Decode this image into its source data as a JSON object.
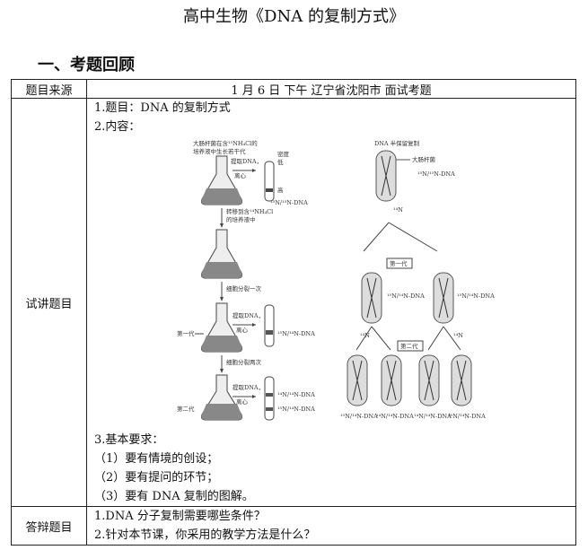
{
  "page_title": "高中生物《DNA 的复制方式》",
  "section_heading": "一、考题回顾",
  "table": {
    "row_source": {
      "label": "题目来源",
      "value": "1 月 6 日  下午  辽宁省沈阳市  面试考题"
    },
    "row_topic": {
      "label": "试讲题目",
      "line1": "1.题目：DNA 的复制方式",
      "line2": "2.内容：",
      "req_title": "3.基本要求：",
      "req1": "（1）要有情境的创设；",
      "req2": "（2）要有提问的环节；",
      "req3": "（3）要有 DNA 复制的图解。"
    },
    "row_qa": {
      "label": "答辩题目",
      "q1": "1.DNA 分子复制需要哪些条件？",
      "q2": "2.针对本节课，你采用的教学方法是什么？"
    }
  },
  "figure_left": {
    "top_note_1": "大肠杆菌在含¹⁵NH₄Cl的",
    "top_note_2": "培养液中生长若干代",
    "extract1_a": "提取DNA，",
    "extract1_b": "离心",
    "low_density": "密度",
    "low_density2": "低",
    "high_density": "高",
    "band1": "¹⁵N/¹⁵N-DNA",
    "transfer_a": "转移到含¹⁴NH₄Cl",
    "transfer_b": "的培养液中",
    "divide1": "细胞分裂一次",
    "extract2_a": "提取DNA，",
    "extract2_b": "离心",
    "gen1": "第一代",
    "band2": "¹⁵N/¹⁴N-DNA",
    "divide2": "细胞分裂两次",
    "extract3_a": "提取DNA，",
    "extract3_b": "离心",
    "gen2": "第二代",
    "band3a": "¹⁴N/¹⁴N-DNA",
    "band3b": "¹⁵N/¹⁴N-DNA"
  },
  "figure_right": {
    "title": "DNA 半保留复制",
    "label_ecoli": "大肠杆菌",
    "label_dna": "¹⁵N/¹⁵N-DNA",
    "n14_top": "¹⁴N",
    "gen1_box": "第一代",
    "gen1_dna_left": "¹⁵N/¹⁴N-DNA",
    "gen1_dna_right": "¹⁵N/¹⁴N-DNA",
    "n14_left": "¹⁴N",
    "n14_right": "¹⁴N",
    "gen2_box": "第二代",
    "gen2_labels": [
      "¹⁵N/¹⁴N-DNA",
      "¹⁴N/¹⁴N-DNA",
      "¹⁴N/¹⁴N-DNA",
      "¹⁵N/¹⁴N-DNA"
    ]
  }
}
